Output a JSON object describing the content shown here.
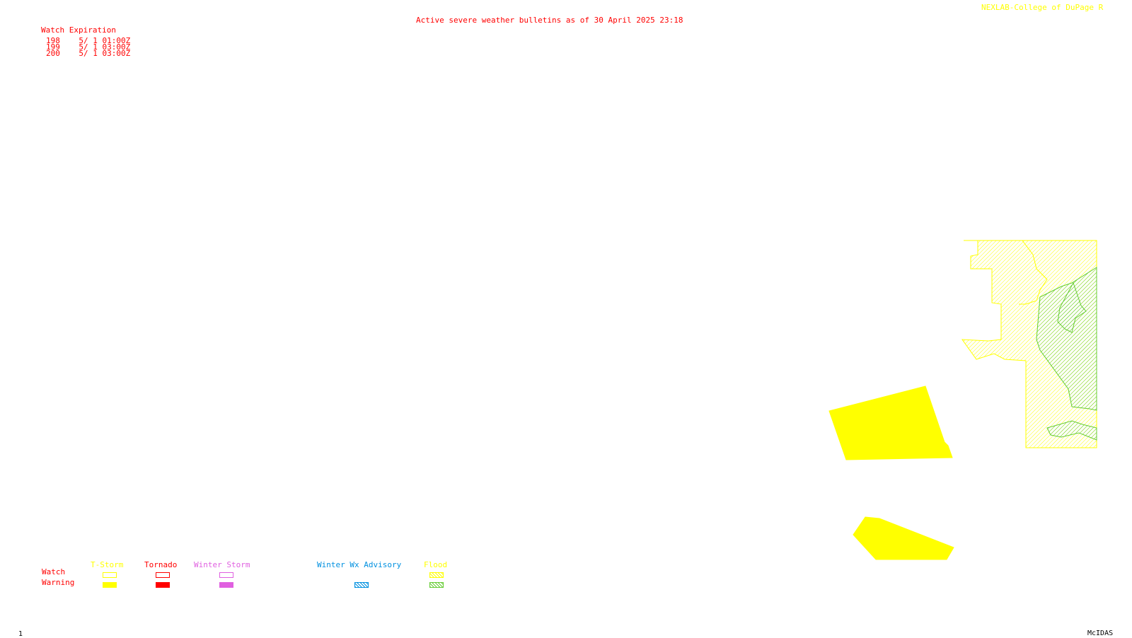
{
  "header": {
    "title": "Active severe weather bulletins as of 30 April 2025 23:18",
    "credit": "NEXLAB-College of DuPage R"
  },
  "watch_expiration": {
    "heading": "Watch Expiration",
    "rows": [
      {
        "id": "198",
        "expires": "5/ 1 01:00Z"
      },
      {
        "id": "199",
        "expires": "5/ 1 03:00Z"
      },
      {
        "id": "200",
        "expires": "5/ 1 03:00Z"
      }
    ]
  },
  "legend": {
    "row_labels": {
      "watch": "Watch",
      "warning": "Warning"
    },
    "columns": [
      {
        "label": "T-Storm",
        "color": "#ffff00"
      },
      {
        "label": "Tornado",
        "color": "#ff0000"
      },
      {
        "label": "Winter Storm",
        "color": "#e060e0"
      },
      {
        "label": "Winter Wx Advisory",
        "color": "#0090e0"
      },
      {
        "label": "Flood",
        "color": "#ffff00",
        "warning_color": "#66cc33"
      }
    ]
  },
  "footer": {
    "frame_number": "1",
    "software": "McIDAS"
  },
  "colors": {
    "text": "#ff0000",
    "tstorm": "#ffff00",
    "tornado": "#ff0000",
    "winter_storm": "#e060e0",
    "winter_advisory": "#0090e0",
    "flood_watch": "#ffff00",
    "flood_warning": "#66cc33"
  }
}
